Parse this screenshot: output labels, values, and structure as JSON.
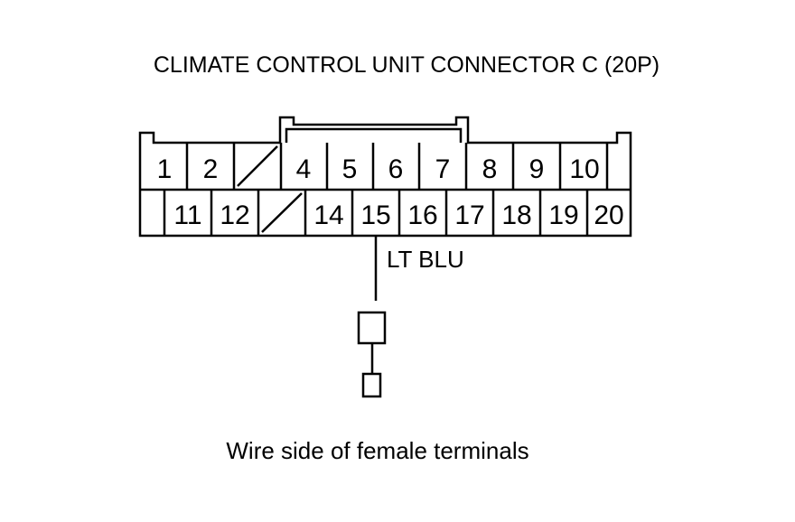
{
  "title": "CLIMATE CONTROL UNIT CONNECTOR C (20P)",
  "caption": "Wire side of female terminals",
  "connector": {
    "top_row": [
      {
        "pin": "1",
        "empty": false
      },
      {
        "pin": "2",
        "empty": false
      },
      {
        "pin": "",
        "empty": true
      },
      {
        "pin": "4",
        "empty": false
      },
      {
        "pin": "5",
        "empty": false
      },
      {
        "pin": "6",
        "empty": false
      },
      {
        "pin": "7",
        "empty": false
      },
      {
        "pin": "8",
        "empty": false
      },
      {
        "pin": "9",
        "empty": false
      },
      {
        "pin": "10",
        "empty": false
      }
    ],
    "bottom_row": [
      {
        "pin": "11",
        "empty": false
      },
      {
        "pin": "12",
        "empty": false
      },
      {
        "pin": "",
        "empty": true
      },
      {
        "pin": "14",
        "empty": false
      },
      {
        "pin": "15",
        "empty": false
      },
      {
        "pin": "16",
        "empty": false
      },
      {
        "pin": "17",
        "empty": false
      },
      {
        "pin": "18",
        "empty": false
      },
      {
        "pin": "19",
        "empty": false
      },
      {
        "pin": "20",
        "empty": false
      }
    ]
  },
  "wire": {
    "pin": "15",
    "color_label": "LT BLU"
  }
}
